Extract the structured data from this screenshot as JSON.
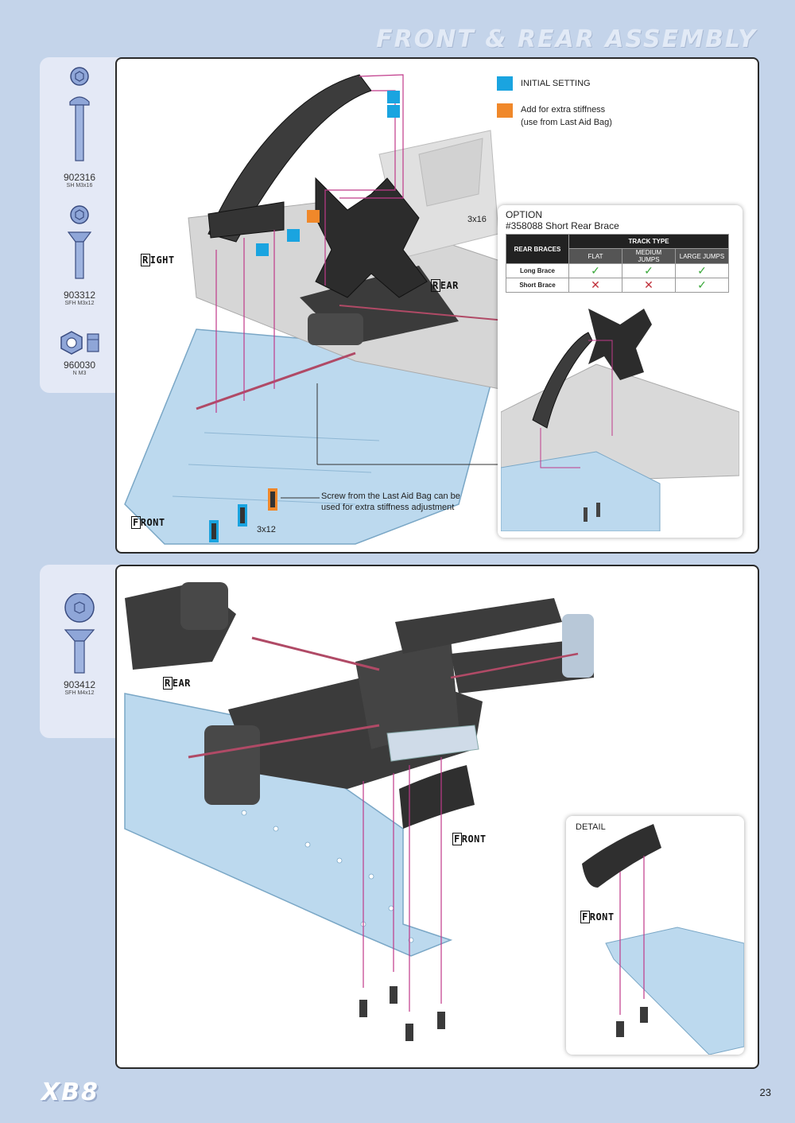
{
  "header": {
    "title": "FRONT & REAR ASSEMBLY"
  },
  "sidebar_top": {
    "parts": [
      {
        "code": "902316",
        "size": "SH M3x16",
        "icon": "socket-head-screw-icon"
      },
      {
        "code": "903312",
        "size": "SFH M3x12",
        "icon": "flat-head-screw-icon"
      },
      {
        "code": "960030",
        "size": "N M3",
        "icon": "nut-icon"
      }
    ]
  },
  "sidebar_bottom": {
    "parts": [
      {
        "code": "903412",
        "size": "SFH M4x12",
        "icon": "flat-head-screw-icon"
      }
    ]
  },
  "step1": {
    "legend": {
      "initial": {
        "label": "INITIAL SETTING",
        "color": "#1aa4e0"
      },
      "extra": {
        "label_line1": "Add for extra stiffness",
        "label_line2": "(use from Last Aid Bag)",
        "color": "#f0882a"
      }
    },
    "labels": {
      "right": "RIGHT",
      "rear": "REAR",
      "front": "FRONT"
    },
    "callouts": {
      "screw_3x16": "3x16",
      "screw_3x12": "3x12",
      "note_line1": "Screw from the Last Aid Bag can be",
      "note_line2": "used for extra stiffness adjustment"
    },
    "option": {
      "title": "OPTION",
      "subtitle": "#358088 Short Rear Brace",
      "table": {
        "row_header": "REAR BRACES",
        "group_header": "TRACK TYPE",
        "columns": [
          "FLAT",
          "MEDIUM JUMPS",
          "LARGE JUMPS"
        ],
        "rows": [
          {
            "name": "Long Brace",
            "values": [
              "check",
              "check",
              "check"
            ]
          },
          {
            "name": "Short Brace",
            "values": [
              "cross",
              "cross",
              "check"
            ]
          }
        ]
      }
    }
  },
  "step2": {
    "labels": {
      "rear": "REAR",
      "front": "FRONT"
    },
    "detail": {
      "title": "DETAIL",
      "front": "FRONT"
    }
  },
  "footer": {
    "logo": "XB8",
    "page": "23"
  }
}
